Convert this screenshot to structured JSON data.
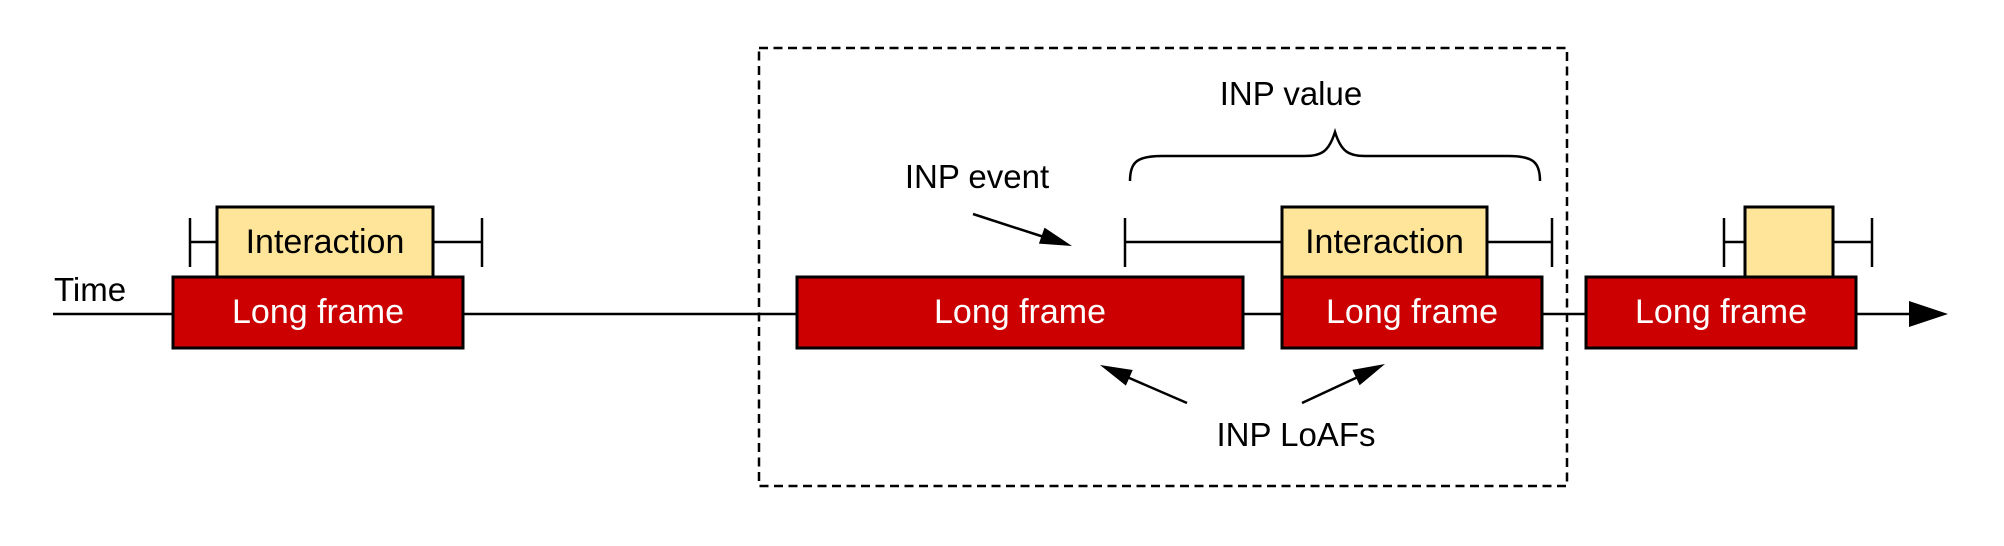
{
  "diagram": {
    "time_axis": {
      "label": "Time"
    },
    "annotations": {
      "inp_value": "INP value",
      "inp_event": "INP event",
      "inp_loafs": "INP LoAFs"
    },
    "long_frames": [
      {
        "label": "Long frame"
      },
      {
        "label": "Long frame"
      },
      {
        "label": "Long frame"
      },
      {
        "label": "Long frame"
      }
    ],
    "interactions": [
      {
        "label": "Interaction"
      },
      {
        "label": "Interaction"
      },
      {
        "label": ""
      }
    ],
    "colors": {
      "long_frame_fill": "#cc0000",
      "long_frame_text": "#ffffff",
      "interaction_fill": "#ffe59a",
      "outline": "#000000",
      "background": "#ffffff"
    }
  }
}
